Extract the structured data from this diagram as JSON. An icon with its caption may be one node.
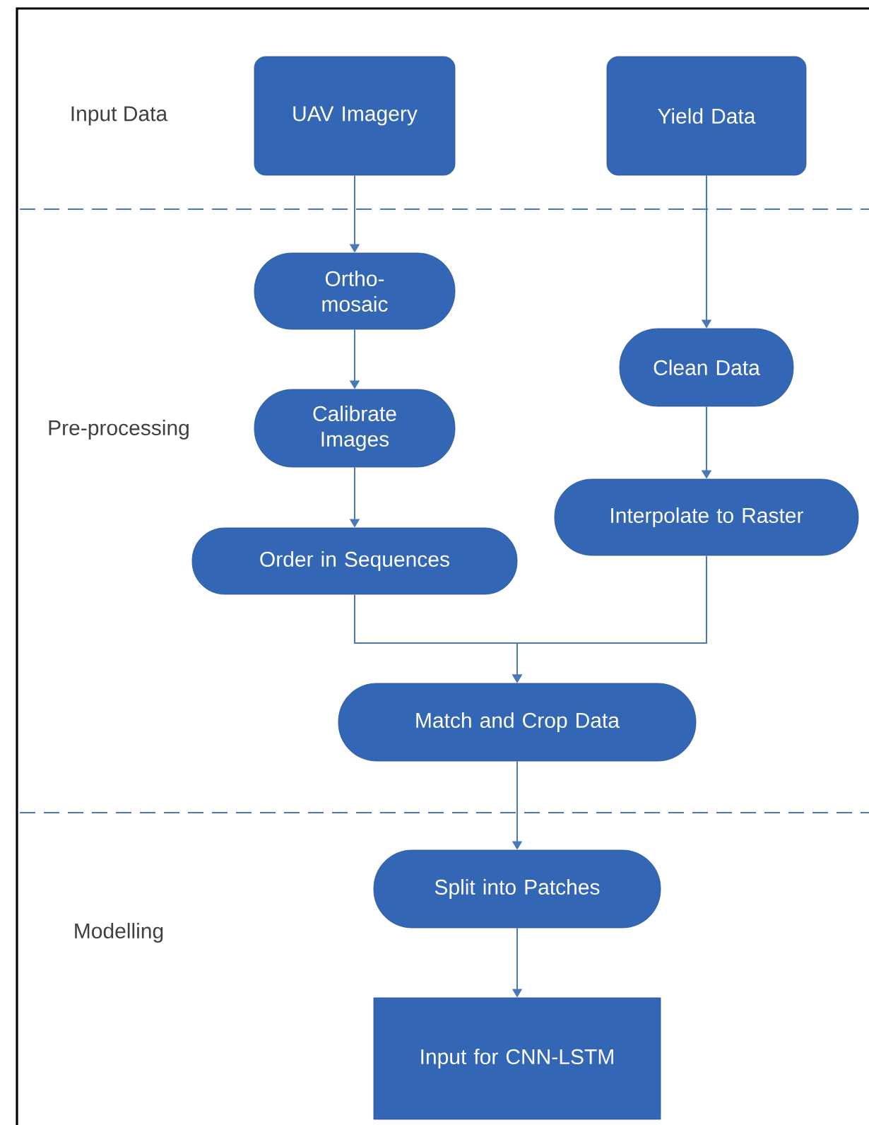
{
  "diagram": {
    "nodes": [
      {
        "text": [
          "UAV Imagery"
        ]
      },
      {
        "text": [
          "Yield Data"
        ]
      },
      {
        "text": [
          "Ortho- mosaic"
        ]
      },
      {
        "text": [
          "Clean Data"
        ]
      },
      {
        "text": [
          "Calibrate Images"
        ]
      },
      {
        "text": [
          "Interpolate to Raster"
        ]
      },
      {
        "text": [
          "Order in Sequences"
        ]
      },
      {
        "text": [
          "Match and Crop Data"
        ]
      },
      {
        "text": [
          "Split into Patches"
        ]
      },
      {
        "text": [
          "Input for CNN-LSTM"
        ]
      }
    ],
    "edges": [
      {
        "from": 0,
        "to": 2,
        "arrow": "to"
      },
      {
        "from": 2,
        "to": 4,
        "arrow": "to"
      },
      {
        "from": 4,
        "to": 6,
        "arrow": "to"
      },
      {
        "from": 1,
        "to": 3,
        "arrow": "to"
      },
      {
        "from": 3,
        "to": 5,
        "arrow": "to"
      },
      {
        "from": 6,
        "to": 7,
        "arrow": "to"
      },
      {
        "from": 5,
        "to": 7,
        "arrow": "to"
      },
      {
        "from": 7,
        "to": 8,
        "arrow": "to"
      },
      {
        "from": 8,
        "to": 9,
        "arrow": "to"
      }
    ],
    "labels": [
      "Input Data",
      "Pre-processing",
      "Modelling"
    ]
  }
}
